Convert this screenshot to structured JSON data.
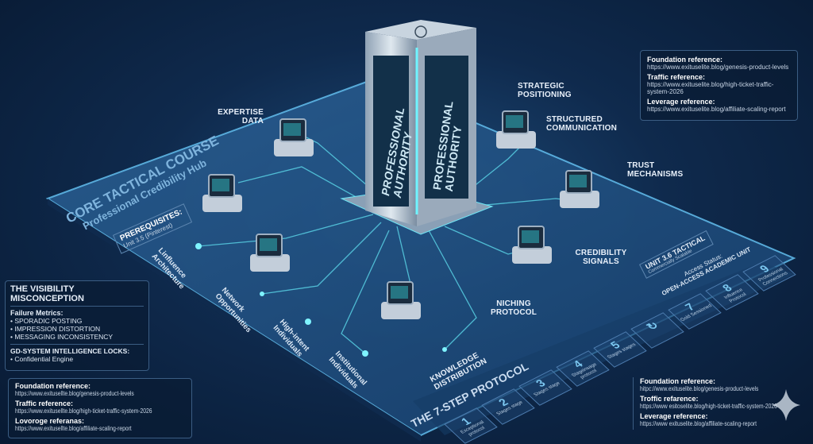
{
  "colors": {
    "background": "#0f2a4d",
    "accent": "#4fe3f0",
    "platform": "#1c4a7a"
  },
  "tower": {
    "face_left": "PROFESSIONAL AUTHORITY",
    "face_right": "PROFESSIONAL AUTHORITY",
    "icon": "globe-icon"
  },
  "title": {
    "main": "CORE TACTICAL COURSE",
    "sub": "Professional Credibility Hub"
  },
  "prerequisites": {
    "label": "PREREQUISITES:",
    "value": "Unit 3.5 (Pinterest)"
  },
  "unit": {
    "label": "UNIT 3.6 TACTICAL",
    "sub": "Commercially Scalable"
  },
  "access": {
    "label": "Access Status:",
    "value": "OPEN-ACCESS ACADEMIC UNIT"
  },
  "nodes": {
    "expertise": "EXPERTISE DATA",
    "strategic": "STRATEGIC POSITIONING",
    "structured": "STRUCTURED COMMUNICATION",
    "trust": "TRUST MECHANISMS",
    "credibility": "CREDIBILITY SIGNALS",
    "niching": "NICHING PROTOCOL",
    "knowledge": "KNOWLEDGE DISTRIBUTION",
    "institutional": "Institutional Individuals",
    "high_intent": "High-intent Individuals",
    "network": "Network Opportunities",
    "influence": "Linfluence Architecture"
  },
  "protocol": {
    "title": "THE 7-STEP PROTOCOL",
    "steps": [
      {
        "n": "1",
        "t": "Exceptional protocol"
      },
      {
        "n": "2",
        "t": "Stages stage"
      },
      {
        "n": "3",
        "t": "Stages stage"
      },
      {
        "n": "4",
        "t": "Stageinsage protocol"
      },
      {
        "n": "5",
        "t": "Stages stages"
      },
      {
        "n": "",
        "t": "",
        "icon": "refresh-icon"
      },
      {
        "n": "7",
        "t": "Gold Sessioned"
      },
      {
        "n": "8",
        "t": "Influence Protocol"
      },
      {
        "n": "9",
        "t": "Professional Connections"
      }
    ]
  },
  "visibility": {
    "title": "THE VISIBILITY MISCONCEPTION",
    "metrics_label": "Failure Metrics:",
    "metrics": [
      "SPORADIC POSTING",
      "IMPRESSION DISTORTION",
      "MESSAGING INCONSISTENCY"
    ],
    "locks_label": "GD-SYSTEM INTELLIGENCE LOCKS:",
    "locks": [
      "Confidential Engine"
    ]
  },
  "refs_top_right": [
    {
      "label": "Foundation reference:",
      "url": "https://www.exituselite.blog/genesis-product-levels"
    },
    {
      "label": "Traffic reference:",
      "url": "https://www.exituselite.blog/high-ticket-traffic-system-2026"
    },
    {
      "label": "Leverage reference:",
      "url": "https://www.exituselite.blog/affiliate-scaling-report"
    }
  ],
  "refs_bottom_left": [
    {
      "label": "Foundation reference:",
      "url": "https://www.exitusellte.blog/genesis-product-levels"
    },
    {
      "label": "Traffic reference:",
      "url": "https://www.exitusellte.blog/high-ticket-traffic-system-2026"
    },
    {
      "label": "Lovoroge referanas:",
      "url": "https://www.exitusellte.blog/affiliate-scaling-report"
    }
  ],
  "refs_bottom_right": [
    {
      "label": "Foundation reference:",
      "url": "hitpc://www.exituselite.blog/genesis-product-levels"
    },
    {
      "label": "Troffic refarence:",
      "url": "https://www esitoselite.blog/high-ticket-traffic-system-2026"
    },
    {
      "label": "Leverage reference:",
      "url": "https://www exituselite.blog/affiliate-scaling-report"
    }
  ]
}
